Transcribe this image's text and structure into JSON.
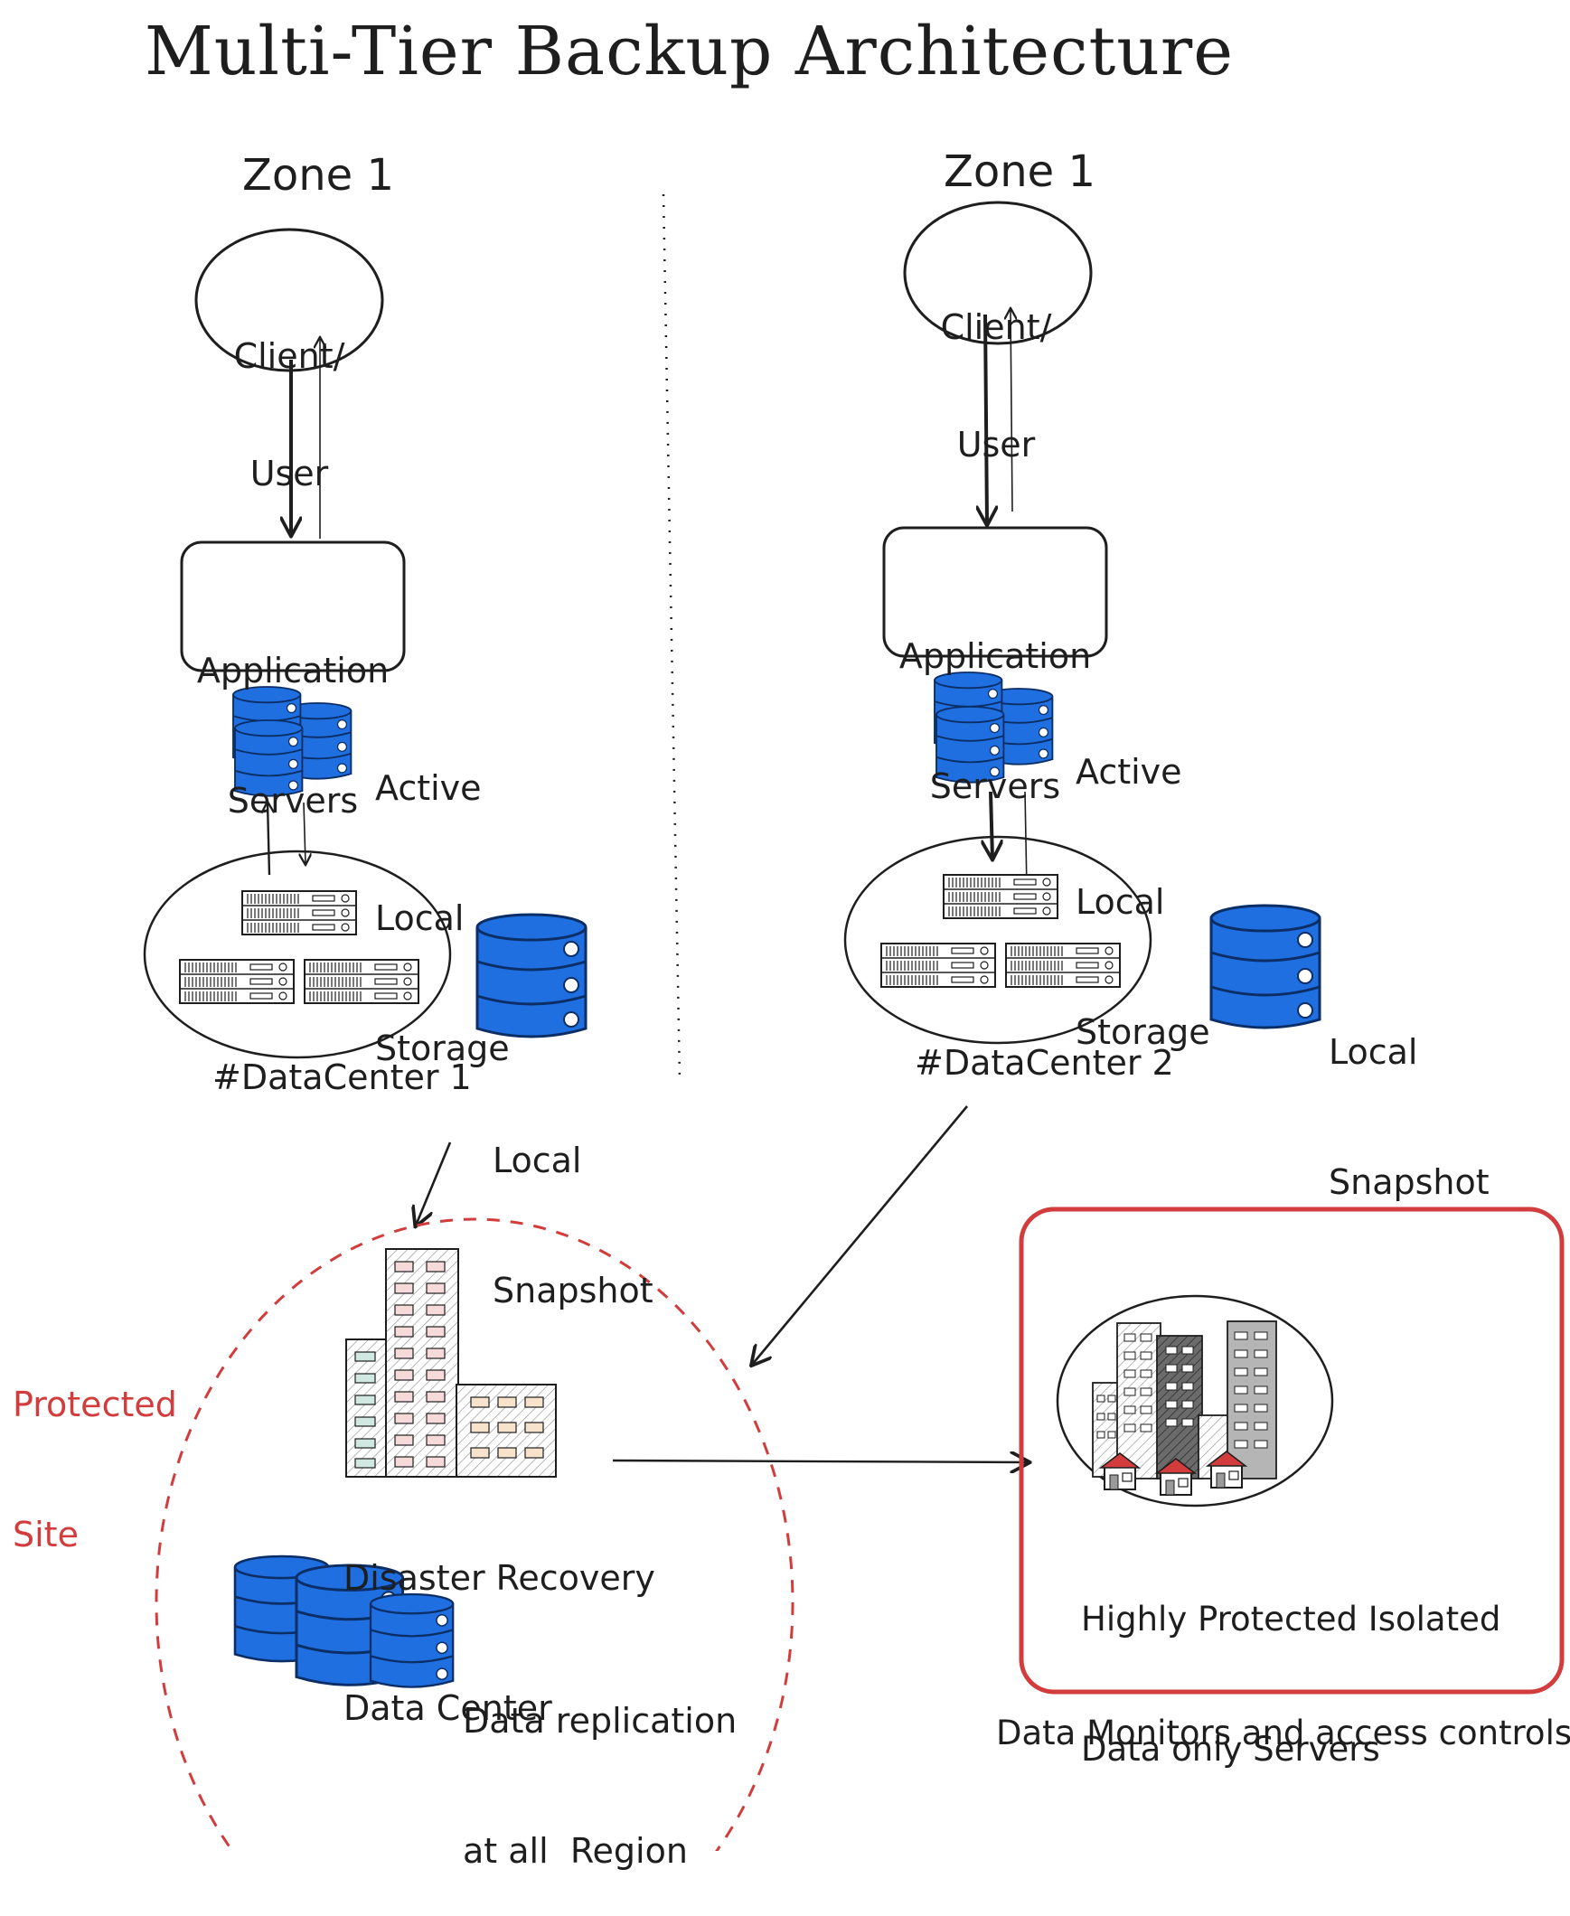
{
  "title": "Multi-Tier Backup Architecture",
  "zones": [
    {
      "heading": "Zone 1",
      "client_line1": "Client/",
      "client_line2": "User",
      "app_line1": "Application",
      "app_line2": "Servers",
      "storage_line1": "Active",
      "storage_line2": "Local",
      "storage_line3": "Storage",
      "datacenter": "#DataCenter 1",
      "snapshot_line1": "Local",
      "snapshot_line2": "Snapshot"
    },
    {
      "heading": "Zone 1",
      "client_line1": "Client/",
      "client_line2": "User",
      "app_line1": "Application",
      "app_line2": "Servers",
      "storage_line1": "Active",
      "storage_line2": "Local",
      "storage_line3": "Storage",
      "datacenter": "#DataCenter 2",
      "snapshot_line1": "Local",
      "snapshot_line2": "Snapshot"
    }
  ],
  "protected_site": {
    "label_line1": "Protected",
    "label_line2": "Site",
    "dr_line1": "Disaster Recovery",
    "dr_line2": "Data Center",
    "replication_line1": "Data replication",
    "replication_line2": "at all  Region"
  },
  "isolated": {
    "line1": "Highly Protected Isolated",
    "line2": "Data only Servers",
    "footer": "Data Monitors and access controls"
  },
  "colors": {
    "ink": "#1e1e1e",
    "db_blue": "#1f6fe0",
    "protected_red": "#d23c3c"
  },
  "icons": [
    "user-ellipse",
    "database-icon",
    "server-rack-icon",
    "building-icon",
    "house-icon"
  ]
}
